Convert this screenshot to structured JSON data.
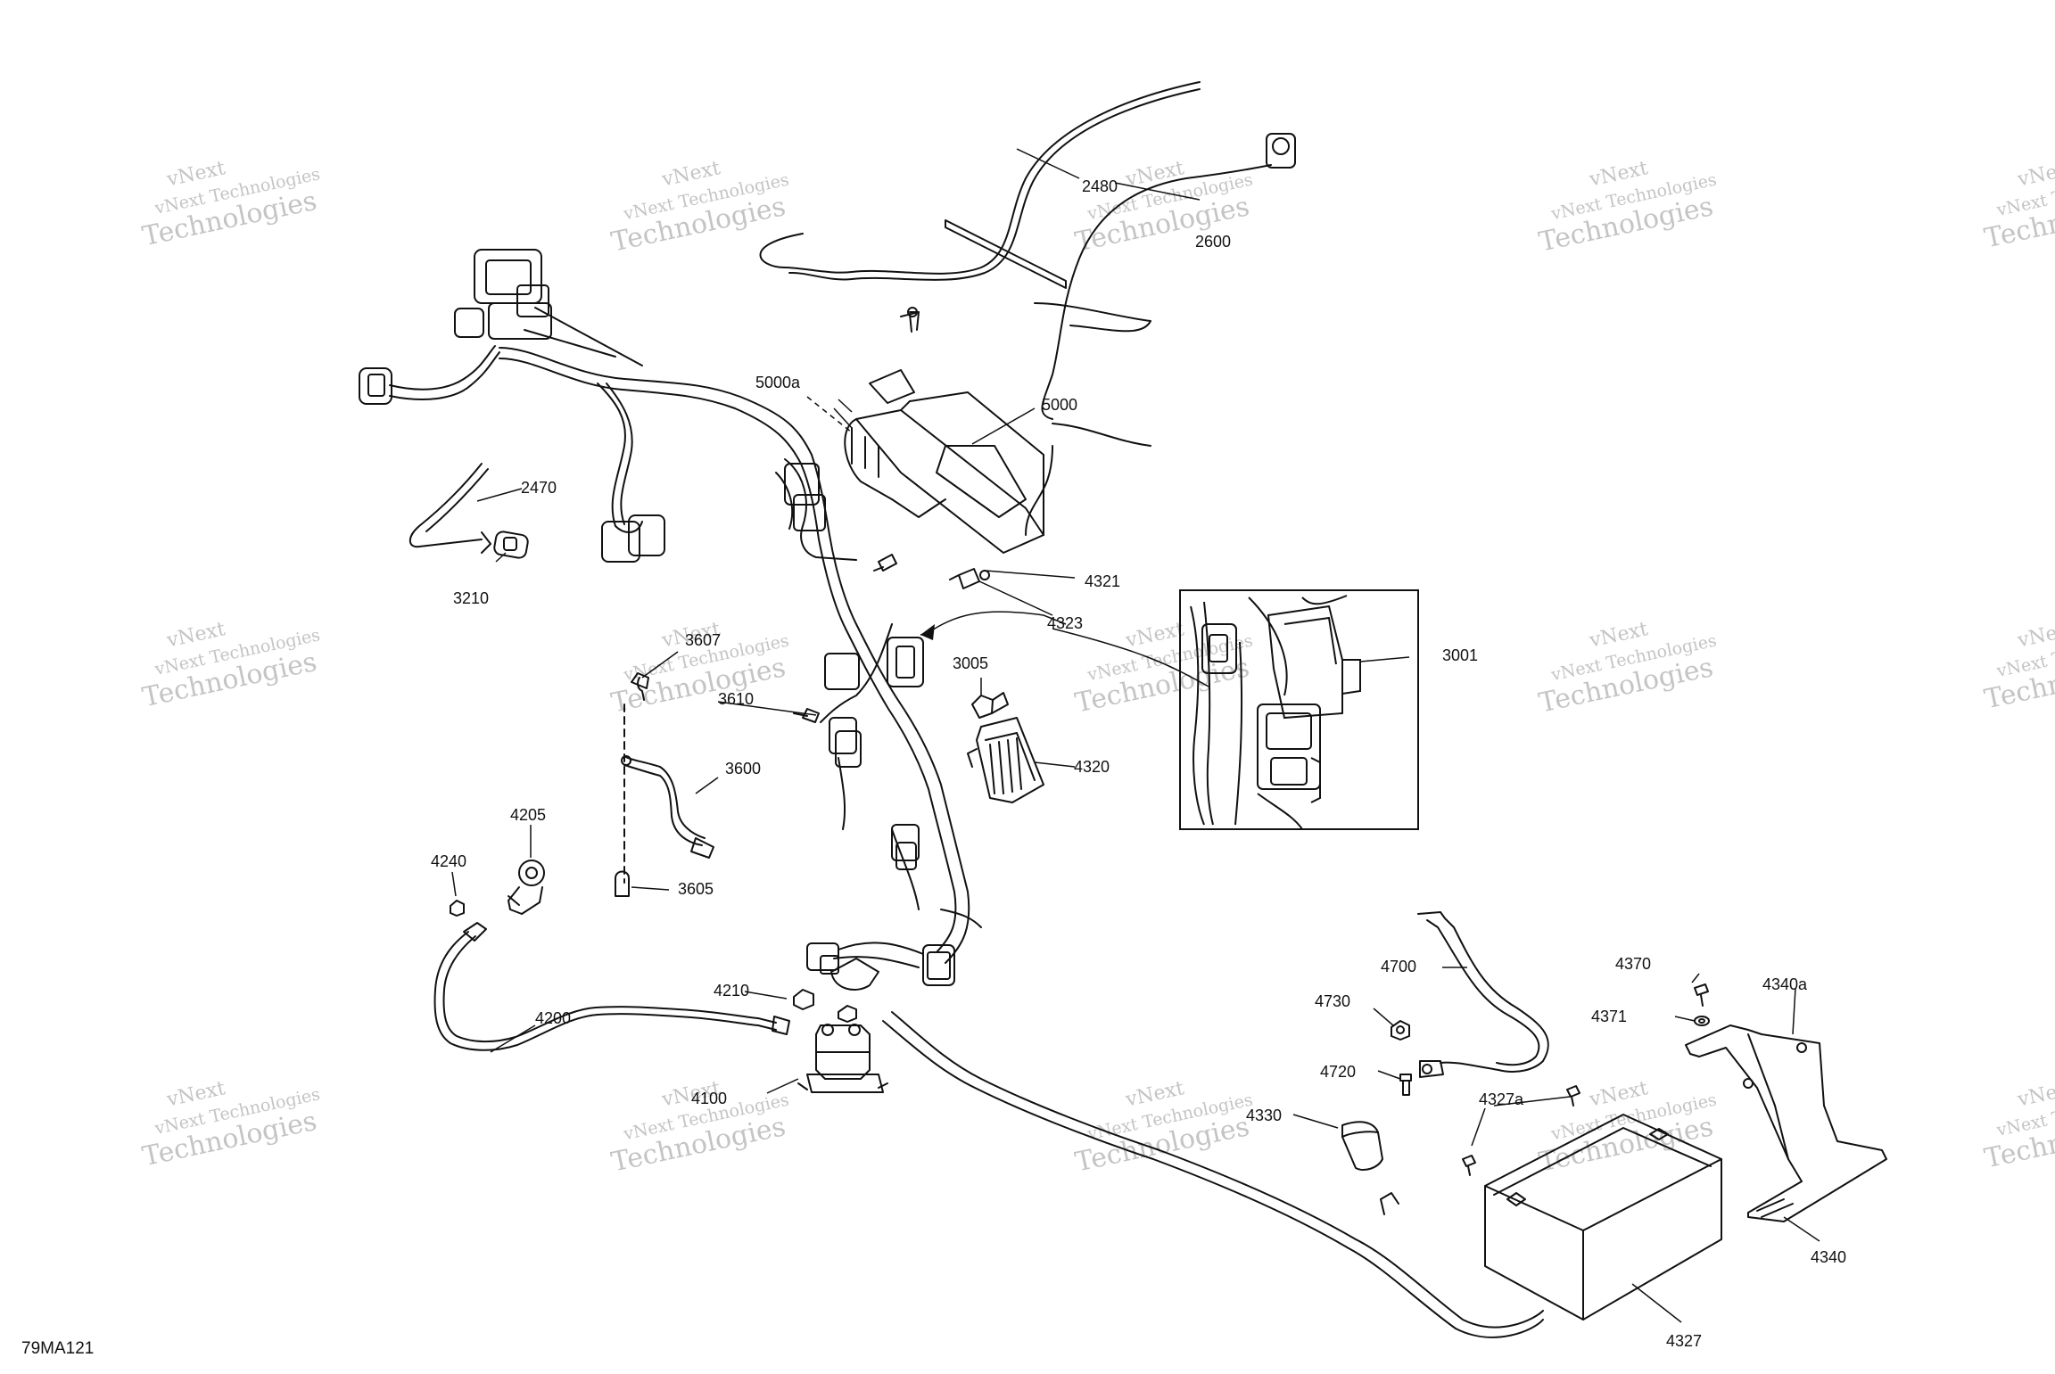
{
  "figure_id": "79MA121",
  "watermark": {
    "line1": "vNext Technologies",
    "line2": "Technologies",
    "line3": "vNext"
  },
  "labels": {
    "2480": "2480",
    "2600": "2600",
    "2470": "2470",
    "3210": "3210",
    "5000a": "5000a",
    "5000": "5000",
    "4321": "4321",
    "4323": "4323",
    "3001": "3001",
    "3607": "3607",
    "3610": "3610",
    "3005": "3005",
    "3600": "3600",
    "4320": "4320",
    "4205": "4205",
    "4240": "4240",
    "3605": "3605",
    "4700": "4700",
    "4370": "4370",
    "4340a": "4340a",
    "4371": "4371",
    "4730": "4730",
    "4210": "4210",
    "4200": "4200",
    "4720": "4720",
    "4100": "4100",
    "4327a": "4327a",
    "4330": "4330",
    "4340": "4340",
    "4327": "4327"
  }
}
